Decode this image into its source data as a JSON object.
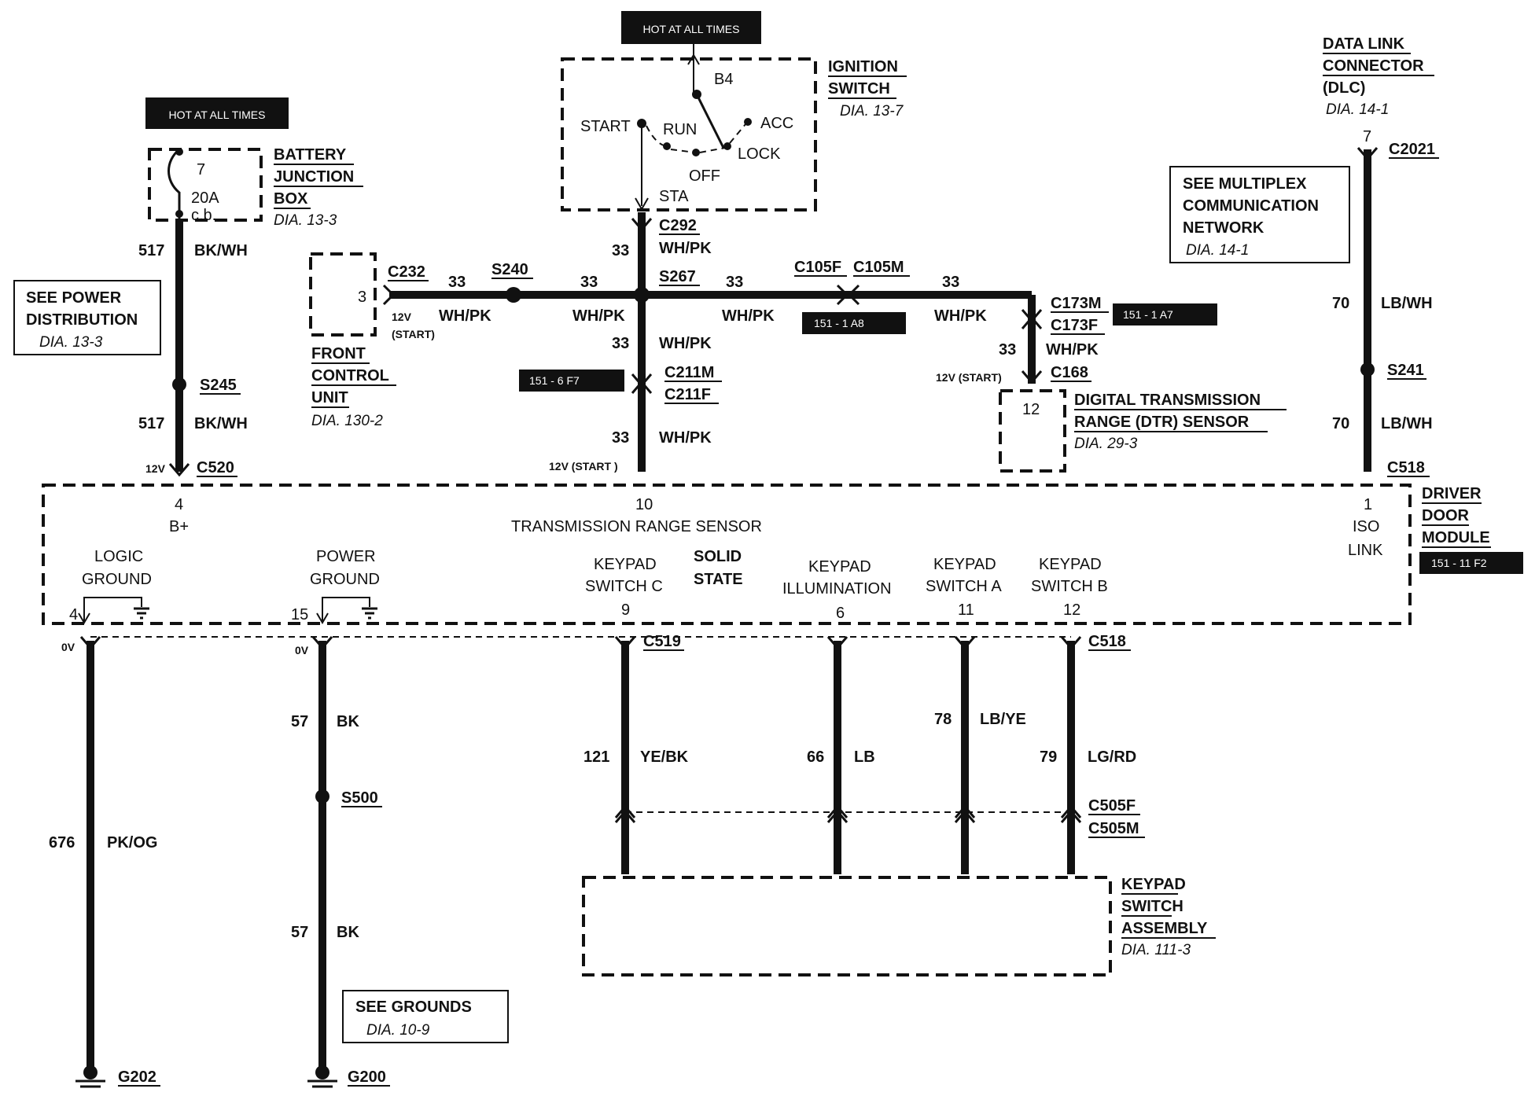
{
  "hot_at_all_times": "HOT AT ALL TIMES",
  "battery_junction_box": {
    "pin": "7",
    "rating": "20A",
    "rating_type": "c.b.",
    "name_lines": [
      "BATTERY",
      "JUNCTION",
      "BOX"
    ],
    "ref": "DIA. 13-3"
  },
  "see_power_distribution": {
    "lines": [
      "SEE POWER",
      "DISTRIBUTION"
    ],
    "ref": "DIA. 13-3"
  },
  "ignition_switch": {
    "name_lines": [
      "IGNITION",
      "SWITCH"
    ],
    "ref": "DIA. 13-7",
    "b4": "B4",
    "start": "START",
    "run": "RUN",
    "acc": "ACC",
    "lock": "LOCK",
    "off": "OFF",
    "sta": "STA"
  },
  "front_control_unit": {
    "pin": "3",
    "name_lines": [
      "FRONT",
      "CONTROL",
      "UNIT"
    ],
    "ref": "DIA. 130-2"
  },
  "data_link_connector": {
    "name_lines": [
      "DATA LINK",
      "CONNECTOR"
    ],
    "abbr": "(DLC)",
    "ref": "DIA. 14-1"
  },
  "see_multiplex": {
    "lines": [
      "SEE MULTIPLEX",
      "COMMUNICATION",
      "NETWORK"
    ],
    "ref": "DIA. 14-1"
  },
  "dtr_sensor": {
    "pin": "12",
    "name_lines": [
      "DIGITAL  TRANSMISSION",
      "RANGE (DTR) SENSOR"
    ],
    "ref": "DIA. 29-3"
  },
  "driver_door_module": {
    "name_lines": [
      "DRIVER",
      "DOOR",
      "MODULE"
    ],
    "tag": "151 - 11 F2",
    "pin4_top": "4",
    "b_plus": "B+",
    "pin10": "10",
    "trs_label": "TRANSMISSION RANGE SENSOR",
    "pin1": "1",
    "iso_link": [
      "ISO",
      "LINK"
    ],
    "logic_ground": [
      "LOGIC",
      "GROUND"
    ],
    "power_ground": [
      "POWER",
      "GROUND"
    ],
    "solid_state": [
      "SOLID",
      "STATE"
    ],
    "keypad_c": [
      "KEYPAD",
      "SWITCH C"
    ],
    "keypad_illum": [
      "KEYPAD",
      "ILLUMINATION"
    ],
    "keypad_a": [
      "KEYPAD",
      "SWITCH A"
    ],
    "keypad_b": [
      "KEYPAD",
      "SWITCH B"
    ],
    "pin4_bot": "4",
    "pin15": "15",
    "pin9": "9",
    "pin6": "6",
    "pin11": "11",
    "pin12": "12"
  },
  "keypad_switch_assembly": {
    "name_lines": [
      "KEYPAD",
      "SWITCH",
      "ASSEMBLY"
    ],
    "ref": "DIA. 111-3"
  },
  "see_grounds": {
    "line": "SEE GROUNDS",
    "ref": "DIA. 10-9"
  },
  "tags": {
    "a8": "151 - 1 A8",
    "a7": "151 - 1 A7",
    "f7": "151 - 6 F7"
  },
  "circuits": {
    "c517": "517",
    "bk_wh": "BK/WH",
    "c33": "33",
    "wh_pk": "WH/PK",
    "c70": "70",
    "lb_wh": "LB/WH",
    "c676": "676",
    "pk_og": "PK/OG",
    "c57": "57",
    "bk": "BK",
    "c121": "121",
    "ye_bk": "YE/BK",
    "c66": "66",
    "lb": "LB",
    "c78": "78",
    "lb_ye": "LB/YE",
    "c79": "79",
    "lg_rd": "LG/RD"
  },
  "connectors": {
    "c232": "C232",
    "s240": "S240",
    "s267": "S267",
    "c292": "C292",
    "c105f": "C105F",
    "c105m": "C105M",
    "c173m": "C173M",
    "c173f": "C173F",
    "c168": "C168",
    "c211m": "C211M",
    "c211f": "C211F",
    "s245": "S245",
    "c520": "C520",
    "c2021": "C2021",
    "dlc_pin": "7",
    "s241": "S241",
    "c518": "C518",
    "c519": "C519",
    "c505f": "C505F",
    "c505m": "C505M",
    "s500": "S500",
    "g202": "G202",
    "g200": "G200"
  },
  "voltages": {
    "v12": "12V",
    "start_paren": "(START)",
    "v12_start": "12V (START)",
    "v12_start_sp": "12V (START )",
    "v0": "0V"
  }
}
